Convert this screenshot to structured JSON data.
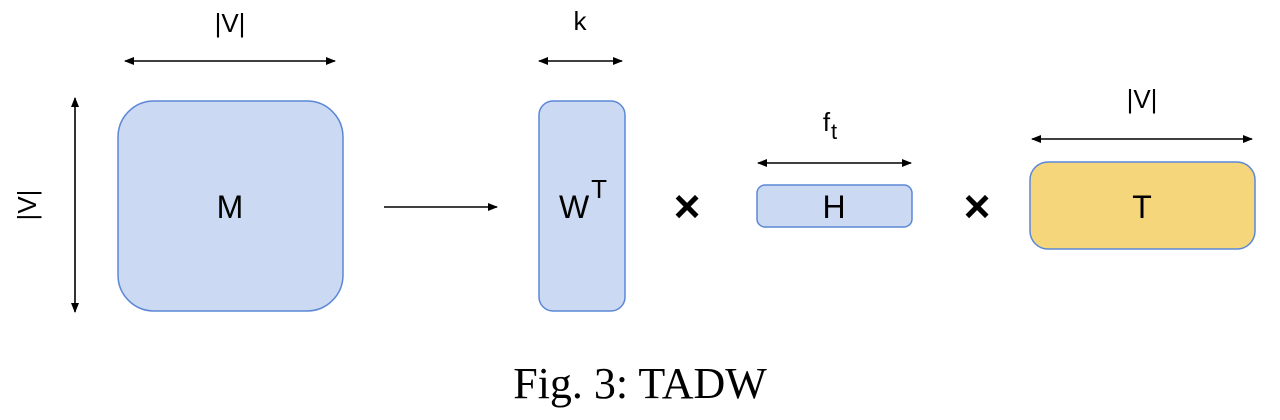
{
  "matrices": {
    "m": {
      "label": "M",
      "color": "#cbd9f3",
      "border": "#5b87d6"
    },
    "w": {
      "label": "W",
      "superscript": "T",
      "color": "#cbd9f3",
      "border": "#5b87d6"
    },
    "h": {
      "label": "H",
      "color": "#cbd9f3",
      "border": "#5b87d6"
    },
    "t": {
      "label": "T",
      "color": "#f6d67a",
      "border": "#5b87d6"
    }
  },
  "dimensions": {
    "m_width": "|V|",
    "m_height": "|V|",
    "w_width": "k",
    "h_width_base": "f",
    "h_width_sub": "t",
    "t_width": "|V|"
  },
  "operators": {
    "arrow": "right-arrow",
    "times_1": "×",
    "times_2": "×"
  },
  "caption": "Fig. 3: TADW"
}
